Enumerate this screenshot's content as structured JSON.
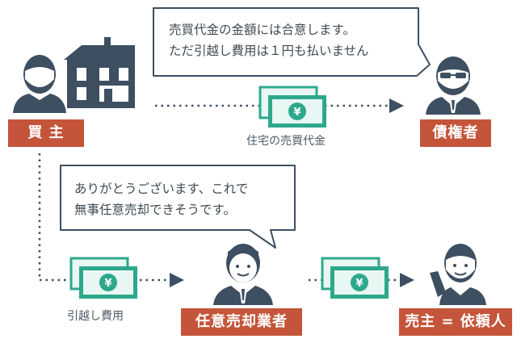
{
  "colors": {
    "navy": "#3d4f61",
    "label_red": "#c4553a",
    "money_green": "#2ea88c",
    "money_light": "#e8f7f3",
    "dots": "#3d4f61",
    "bubble_border": "#3d4f61"
  },
  "icons": {
    "buyer": "person-icon",
    "house": "house-icon",
    "creditor": "person-glasses-icon",
    "agent": "businessman-icon",
    "seller": "person-waving-icon",
    "money": "yen-banknote-icon",
    "arrow": "arrow-right-icon"
  },
  "labels": {
    "buyer": "買 主",
    "creditor": "債権者",
    "agent": "任意売却業者",
    "seller": "売主 = 依頼人"
  },
  "captions": {
    "sale_price": "住宅の売買代金",
    "moving_cost": "引越し費用"
  },
  "bubbles": {
    "creditor": {
      "line1": "売買代金の金額には合意します。",
      "line2": "ただ引越し費用は１円も払いません"
    },
    "agent": {
      "line1": "ありがとうございます、これで",
      "line2": "無事任意売却できそうです。"
    }
  },
  "yen_symbol": "¥"
}
